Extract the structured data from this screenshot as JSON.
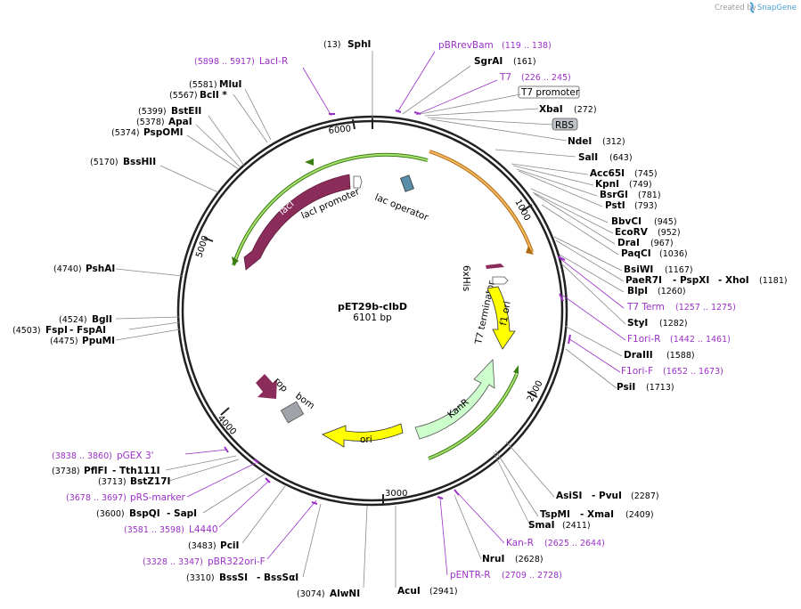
{
  "watermark": {
    "created_by": "Created by",
    "brand": "SnapGene"
  },
  "plasmid": {
    "name": "pET29b-clbD",
    "size": "6101 bp"
  },
  "ruler": [
    "1000",
    "2000",
    "3000",
    "4000",
    "5000",
    "6000"
  ],
  "features": {
    "lacI": "lacI",
    "lacI_promoter": "lacI promoter",
    "lac_operator": "lac operator",
    "sixhis": "6xHis",
    "t7_terminator": "T7 terminator",
    "f1_ori": "f1 ori",
    "kanr": "KanR",
    "ori": "ori",
    "rop": "rop",
    "bom": "bom",
    "t7_promoter": "T7 promoter",
    "rbs": "RBS"
  },
  "sites_left": [
    {
      "pos": "(13)",
      "name": "SphI"
    },
    {
      "pos": "(5898 .. 5917)",
      "name": "LacI-R",
      "purple": true
    },
    {
      "pos": "(5581)",
      "name": "MluI"
    },
    {
      "pos": "(5567)",
      "name": "BclI *"
    },
    {
      "pos": "(5399)",
      "name": "BstEII"
    },
    {
      "pos": "(5378)",
      "name": "ApaI"
    },
    {
      "pos": "(5374)",
      "name": "PspOMI"
    },
    {
      "pos": "(5170)",
      "name": "BssHII"
    },
    {
      "pos": "(4740)",
      "name": "PshAI"
    },
    {
      "pos": "(4524)",
      "name": "BglI"
    },
    {
      "pos": "(4503)",
      "name": "FspI",
      "name2": "- FspAI"
    },
    {
      "pos": "(4475)",
      "name": "PpuMI"
    },
    {
      "pos": "(3838 .. 3860)",
      "name": "pGEX 3'",
      "purple": true
    },
    {
      "pos": "(3738)",
      "name": "PflFI",
      "name2": "- Tth111I"
    },
    {
      "pos": "(3713)",
      "name": "BstZ17I"
    },
    {
      "pos": "(3678 .. 3697)",
      "name": "pRS-marker",
      "purple": true
    },
    {
      "pos": "(3600)",
      "name": "BspQI",
      "name2": "- SapI"
    },
    {
      "pos": "(3581 .. 3598)",
      "name": "L4440",
      "purple": true
    },
    {
      "pos": "(3483)",
      "name": "PciI"
    },
    {
      "pos": "(3328 .. 3347)",
      "name": "pBR322ori-F",
      "purple": true
    },
    {
      "pos": "(3310)",
      "name": "BssSI",
      "name2": "- BssSαI"
    },
    {
      "pos": "(3074)",
      "name": "AlwNI"
    }
  ],
  "sites_right": [
    {
      "name": "pBRrevBam",
      "pos": "(119 .. 138)",
      "purple": true
    },
    {
      "name": "SgrAI",
      "pos": "(161)"
    },
    {
      "name": "T7",
      "pos": "(226 .. 245)",
      "purple": true
    },
    {
      "name": "XbaI",
      "pos": "(272)"
    },
    {
      "name": "NdeI",
      "pos": "(312)"
    },
    {
      "name": "SalI",
      "pos": "(643)"
    },
    {
      "name": "Acc65I",
      "pos": "(745)"
    },
    {
      "name": "KpnI",
      "pos": "(749)"
    },
    {
      "name": "BsrGI",
      "pos": "(781)"
    },
    {
      "name": "PstI",
      "pos": "(793)"
    },
    {
      "name": "BbvCI",
      "pos": "(945)"
    },
    {
      "name": "EcoRV",
      "pos": "(952)"
    },
    {
      "name": "DraI",
      "pos": "(967)"
    },
    {
      "name": "PaqCI",
      "pos": "(1036)"
    },
    {
      "name": "BsiWI",
      "pos": "(1167)"
    },
    {
      "name": "PaeR7I",
      "name2": "- PspXI",
      "name3": "- XhoI",
      "pos": "(1181)"
    },
    {
      "name": "BlpI",
      "pos": "(1260)"
    },
    {
      "name": "T7 Term",
      "pos": "(1257 .. 1275)",
      "purple": true
    },
    {
      "name": "StyI",
      "pos": "(1282)"
    },
    {
      "name": "F1ori-R",
      "pos": "(1442 .. 1461)",
      "purple": true
    },
    {
      "name": "DraIII",
      "pos": "(1588)"
    },
    {
      "name": "F1ori-F",
      "pos": "(1652 .. 1673)",
      "purple": true
    },
    {
      "name": "PsiI",
      "pos": "(1713)"
    },
    {
      "name": "AsiSI",
      "name2": "- PvuI",
      "pos": "(2287)"
    },
    {
      "name": "TspMI",
      "name2": "- XmaI",
      "pos": "(2409)"
    },
    {
      "name": "SmaI",
      "pos": "(2411)"
    },
    {
      "name": "Kan-R",
      "pos": "(2625 .. 2644)",
      "purple": true
    },
    {
      "name": "NruI",
      "pos": "(2628)"
    },
    {
      "name": "pENTR-R",
      "pos": "(2709 .. 2728)",
      "purple": true
    },
    {
      "name": "AcuI",
      "pos": "(2941)"
    }
  ],
  "colors": {
    "lacI": "#8b2c5a",
    "primer": "#9b30c8",
    "ori": "#ffff00",
    "kanr": "#ccffcc",
    "green_arc": "#6fbf1f",
    "orange_arc": "#f0a040",
    "bom": "#a0a4aa"
  }
}
